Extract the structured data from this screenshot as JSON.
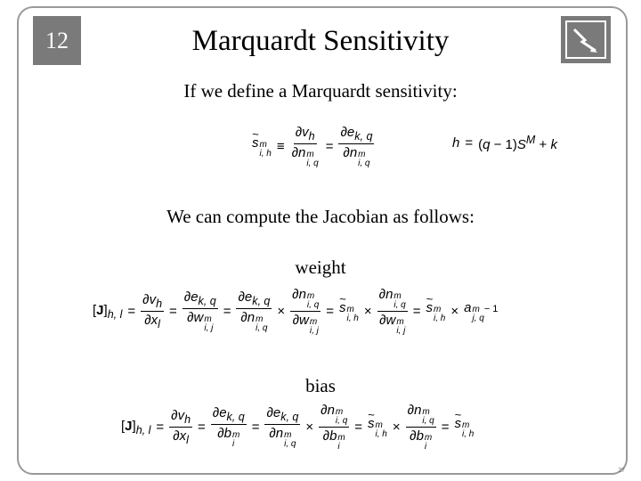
{
  "slide": {
    "number": "12",
    "title": "Marquardt Sensitivity",
    "page_number": "27"
  },
  "text": {
    "intro": "If we define a Marquardt sensitivity:",
    "jacobian": "We can compute the Jacobian as follows:",
    "weight_label": "weight",
    "bias_label": "bias"
  },
  "equations": {
    "sensitivity_definition": "s̃ᵐᵢ,ₕ ≡ ∂vₕ/∂nᵐᵢ,q = ∂eₖ,q/∂nᵐᵢ,q",
    "h_index": "h = (q − 1)Sᴹ + k",
    "weight_jacobian": "[J]ₕ,ₗ = ∂vₕ/∂xₗ = ∂eₖ,q/∂wᵐᵢ,ⱼ = ∂eₖ,q/∂nᵐᵢ,q × ∂nᵐᵢ,q/∂wᵐᵢ,ⱼ = s̃ᵐᵢ,ₕ × ∂nᵐᵢ,q/∂wᵐᵢ,ⱼ = s̃ᵐᵢ,ₕ × aᵐ⁻¹ⱼ,q",
    "bias_jacobian": "[J]ₕ,ₗ = ∂vₕ/∂xₗ = ∂eₖ,q/∂bᵐᵢ = ∂eₖ,q/∂nᵐᵢ,q × ∂nᵐᵢ,q/∂bᵐᵢ = s̃ᵐᵢ,ₕ × ∂nᵐᵢ,q/∂bᵐᵢ = s̃ᵐᵢ,ₕ"
  }
}
